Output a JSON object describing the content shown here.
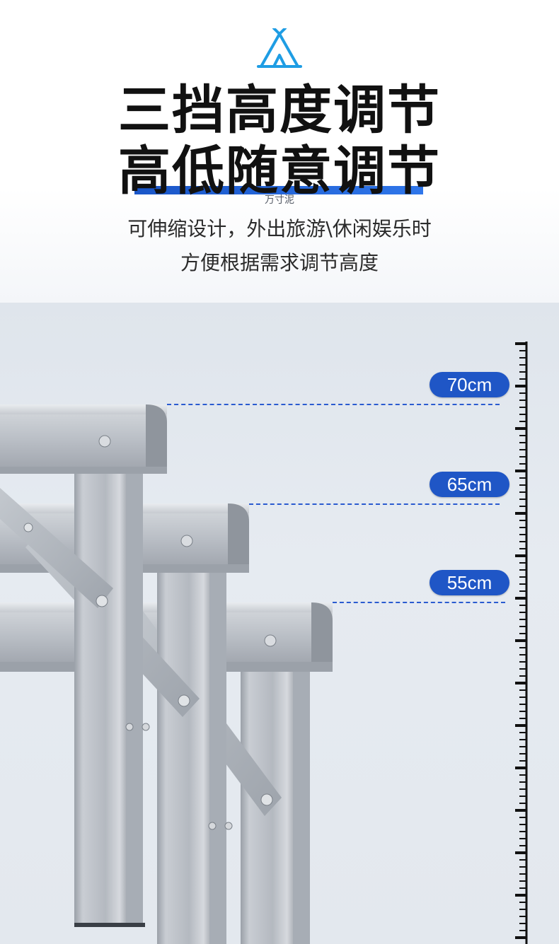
{
  "header": {
    "logo": "tent-logo-icon",
    "title_line1": "三挡高度调节",
    "title_line2": "高低随意调节",
    "watermark": "万寸泥",
    "subtitle_line1": "可伸缩设计，外出旅游\\休闲娱乐时",
    "subtitle_line2": "方便根据需求调节高度"
  },
  "heights": [
    {
      "label": "70cm",
      "value_cm": 70
    },
    {
      "label": "65cm",
      "value_cm": 65
    },
    {
      "label": "55cm",
      "value_cm": 55
    }
  ],
  "colors": {
    "accent": "#1f56c6",
    "title": "#111111",
    "background": "#e3e8ee"
  }
}
